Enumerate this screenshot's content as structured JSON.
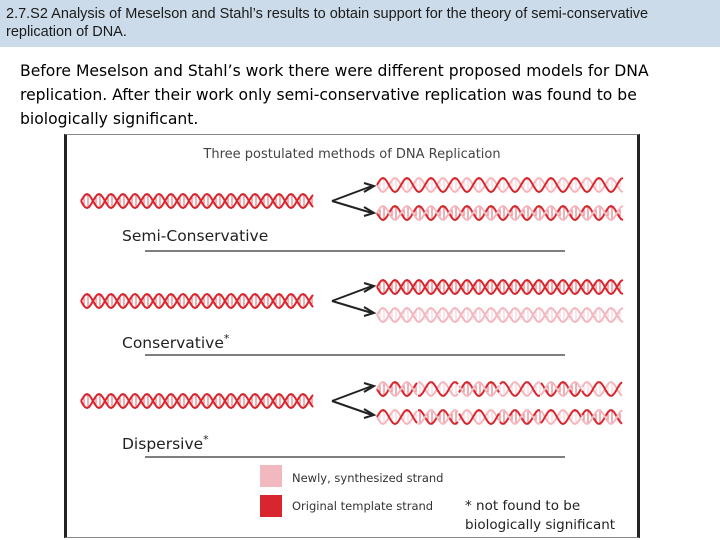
{
  "header": {
    "title": "2.7.S2 Analysis of Meselson and Stahl’s results to obtain support for the theory of semi-conservative replication of DNA."
  },
  "intro": {
    "text": "Before Meselson and Stahl’s work there were different proposed models for DNA replication. After their work only semi-conservative replication was found to be biologically significant."
  },
  "figure": {
    "title": "Three postulated methods of DNA Replication",
    "models": [
      {
        "label": "Semi-Conservative",
        "footnote_mark": ""
      },
      {
        "label": "Conservative",
        "footnote_mark": "*"
      },
      {
        "label": "Dispersive",
        "footnote_mark": "*"
      }
    ],
    "legend": {
      "new_label": "Newly, synthesized strand",
      "original_label": "Original template strand"
    },
    "footnote_line1": "* not found to be",
    "footnote_line2": "biologically significant"
  },
  "colors": {
    "original_strand": "#d8262e",
    "new_strand": "#f2b8c0",
    "header_bg": "#ccdbe9"
  },
  "icons": [
    "forked-arrow-icon",
    "dna-helix-icon"
  ]
}
